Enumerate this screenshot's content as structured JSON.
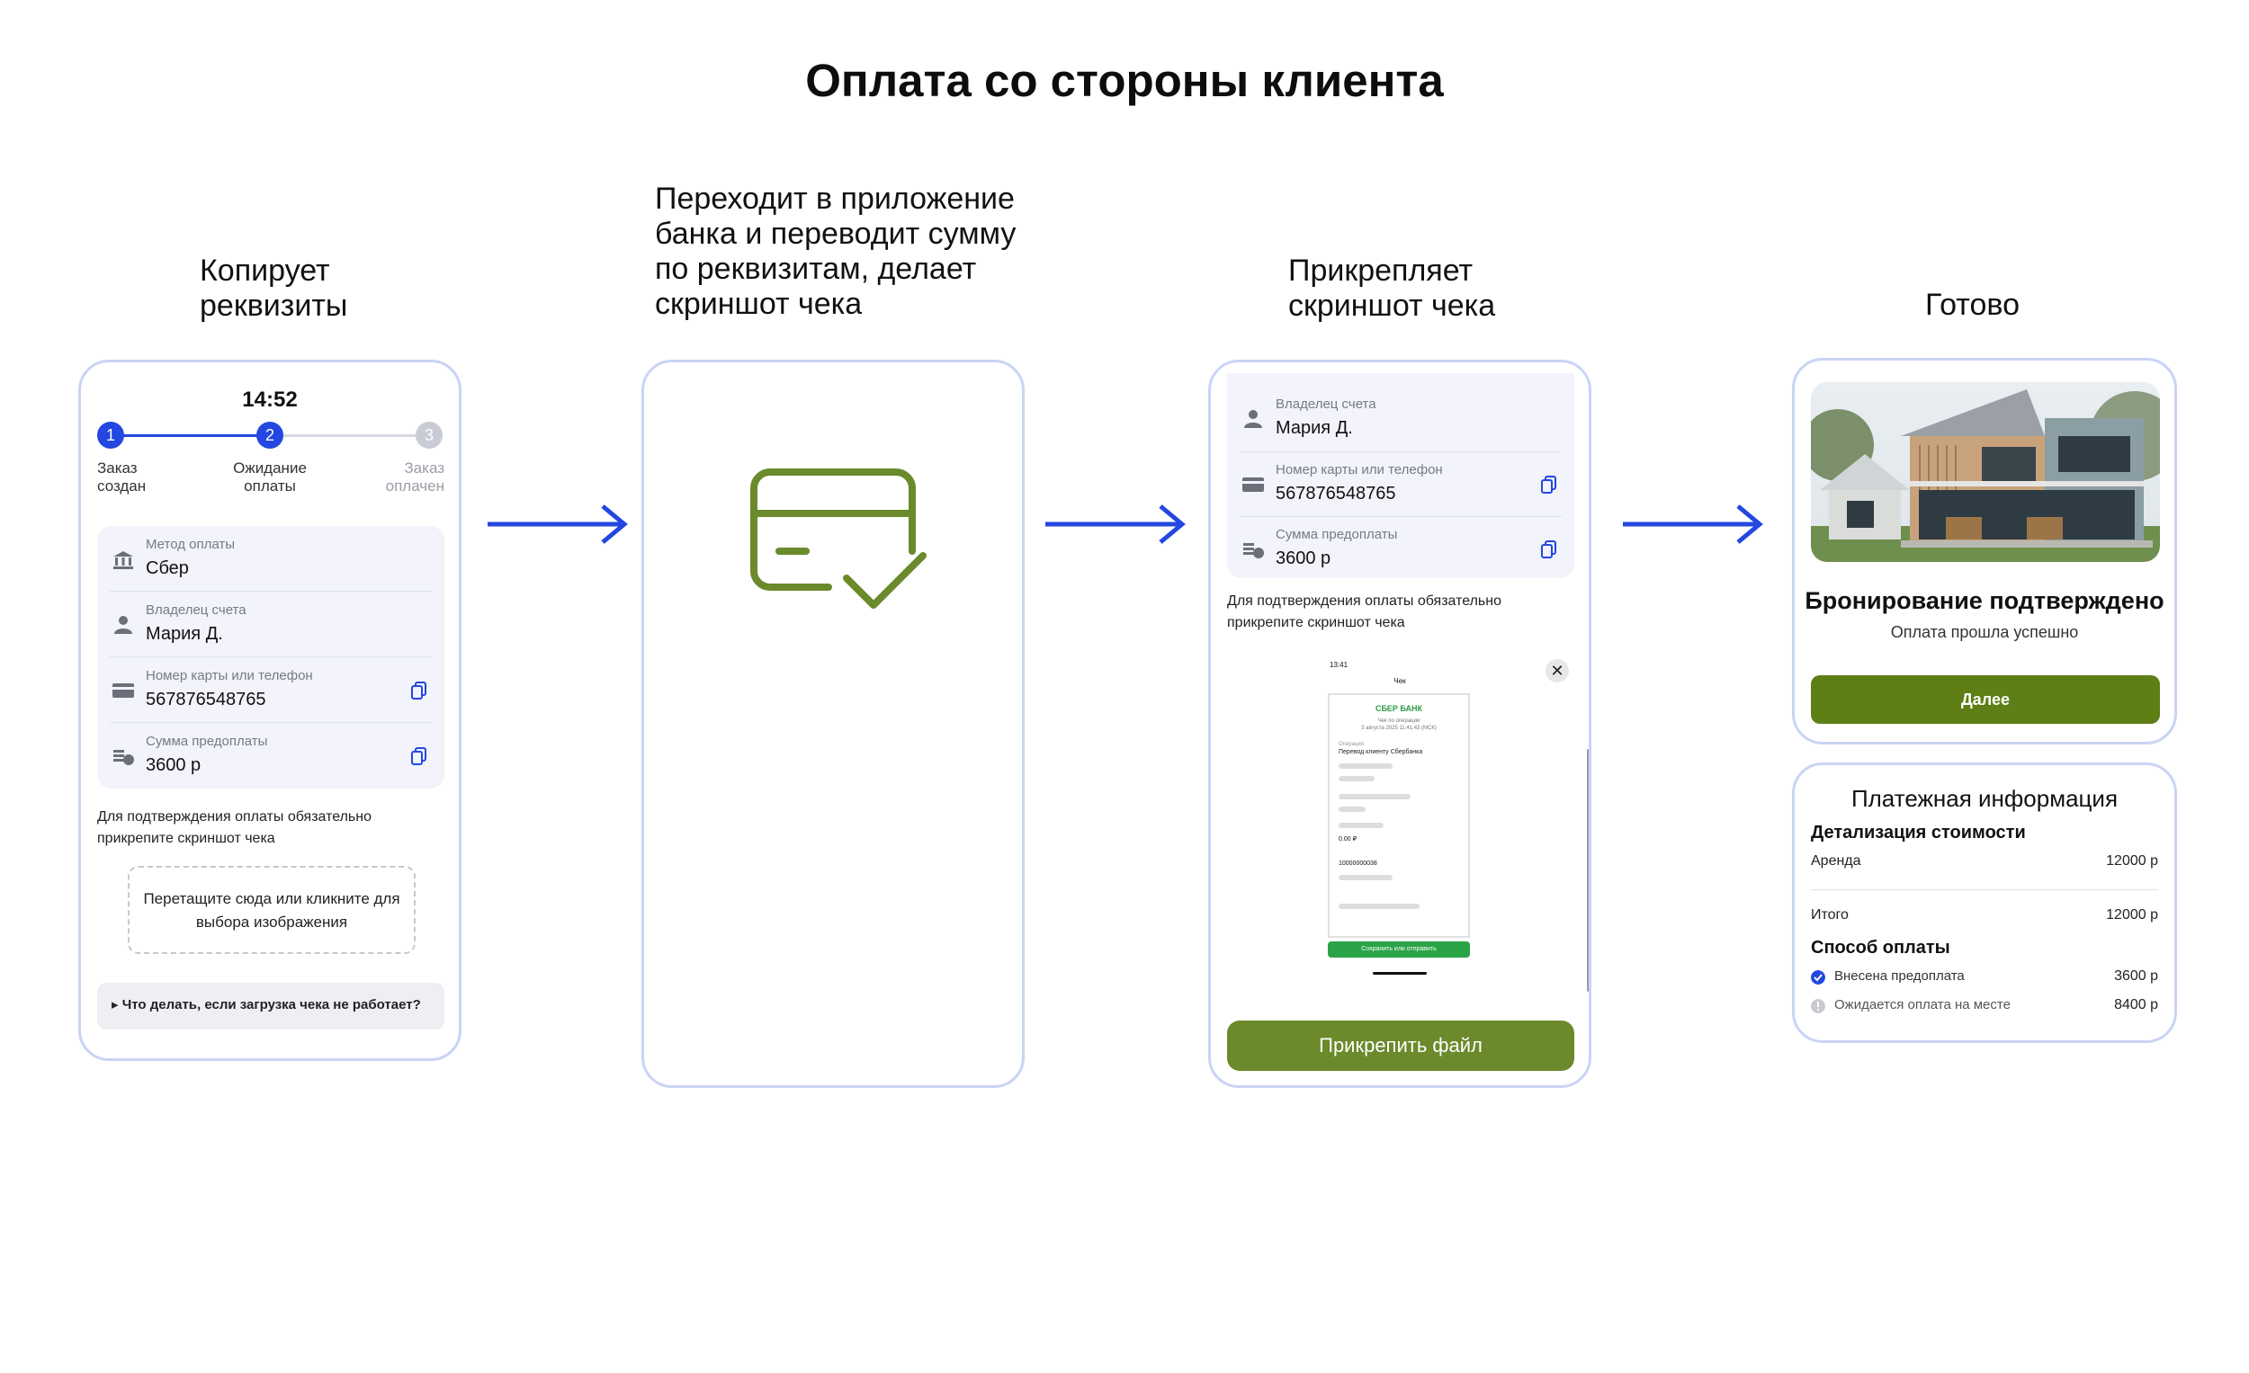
{
  "title": "Оплата со стороны клиента",
  "steps": {
    "s1": "Копирует реквизиты",
    "s2": "Переходит в приложение банка и переводит сумму по реквизитам, делает скриншот чека",
    "s3": "Прикрепляет скриншот чека",
    "s4": "Готово"
  },
  "colors": {
    "accent": "#2347e0",
    "brand_green": "#6b8a2b",
    "border": "#c9d4f5"
  },
  "phone1": {
    "time": "14:52",
    "stepper": [
      {
        "num": "1",
        "label": "Заказ создан"
      },
      {
        "num": "2",
        "label": "Ожидание оплаты"
      },
      {
        "num": "3",
        "label": "Заказ оплачен"
      }
    ],
    "rows": [
      {
        "label": "Метод оплаты",
        "value": "Сбер",
        "icon": "bank-icon"
      },
      {
        "label": "Владелец счета",
        "value": "Мария Д.",
        "icon": "user-icon"
      },
      {
        "label": "Номер карты или телефон",
        "value": "567876548765",
        "icon": "card-icon"
      },
      {
        "label": "Сумма предоплаты",
        "value": "3600 р",
        "icon": "coins-icon"
      }
    ],
    "note": "Для подтверждения оплаты обязательно прикрепите скриншот чека",
    "drop": "Перетащите сюда или кликните для выбора изображения",
    "faq": "▸ Что делать, если загрузка чека не работает?"
  },
  "phone3": {
    "rows": [
      {
        "label": "Владелец счета",
        "value": "Мария Д."
      },
      {
        "label": "Номер карты или телефон",
        "value": "567876548765"
      },
      {
        "label": "Сумма предоплаты",
        "value": "3600 р"
      }
    ],
    "note": "Для подтверждения оплаты обязательно прикрепите скриншот чека",
    "receipt": {
      "time": "13:41",
      "header": "Чек",
      "bank": "СБЕР БАНК",
      "op_title": "Чек по операции",
      "date": "3 августа 2025 11:41:43 (МСК)",
      "operation_label": "Операция",
      "operation": "Перевод клиенту Сбербанка",
      "amount": "0.00 ₽",
      "doc_number": "10000000038",
      "save_btn": "Сохранить или отправить"
    },
    "close": "✕",
    "attach": "Прикрепить файл"
  },
  "phone4": {
    "booking_title": "Бронирование подтверждено",
    "booking_sub": "Оплата прошла успешно",
    "next": "Далее",
    "pay_title": "Платежная информация",
    "detail_title": "Детализация стоимости",
    "rent_label": "Аренда",
    "rent_value": "12000 р",
    "total_label": "Итого",
    "total_value": "12000 р",
    "method_title": "Способ оплаты",
    "paid_label": "Внесена предоплата",
    "paid_value": "3600 р",
    "pending_label": "Ожидается оплата на месте",
    "pending_value": "8400 р"
  }
}
